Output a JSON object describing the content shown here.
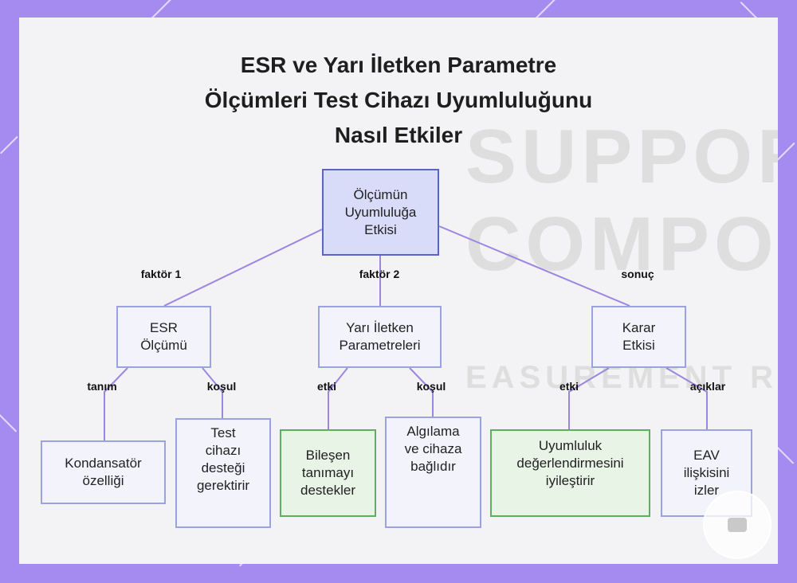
{
  "title_lines": [
    "ESR ve Yarı İletken Parametre",
    "Ölçümleri Test Cihazı Uyumluluğunu",
    "Nasıl Etkiler"
  ],
  "nodes": {
    "root": "Ölçümün\nUyumluluğa\nEtkisi",
    "esr": "ESR\nÖlçümü",
    "semi": "Yarı İletken\nParametreleri",
    "decision": "Karar\nEtkisi",
    "capacitor": "Kondansatör\nözelliği",
    "test_support": "Test\ncihazı\ndesteği\ngerektirir",
    "component_id": "Bileşen\ntanımayı\ndestekler",
    "detection": "Algılama\nve cihaza\nbağlıdır",
    "compat_eval": "Uyumluluk\ndeğerlendirmesini\niyileştirir",
    "eav": "EAV\nilişkisini\nizler"
  },
  "edge_labels": {
    "faktor1": "faktör 1",
    "faktor2": "faktör 2",
    "sonuc": "sonuç",
    "tanim": "tanım",
    "kosul1": "koşul",
    "etki1": "etki",
    "kosul2": "koşul",
    "etki2": "etki",
    "aciklar": "açıklar"
  },
  "colors": {
    "frame": "#a58af0",
    "root_fill": "#d9dcf8",
    "node_border": "#9aa3e0",
    "green_fill": "#e7f4e6",
    "green_border": "#5fae5f",
    "edge": "#9b86e0"
  }
}
